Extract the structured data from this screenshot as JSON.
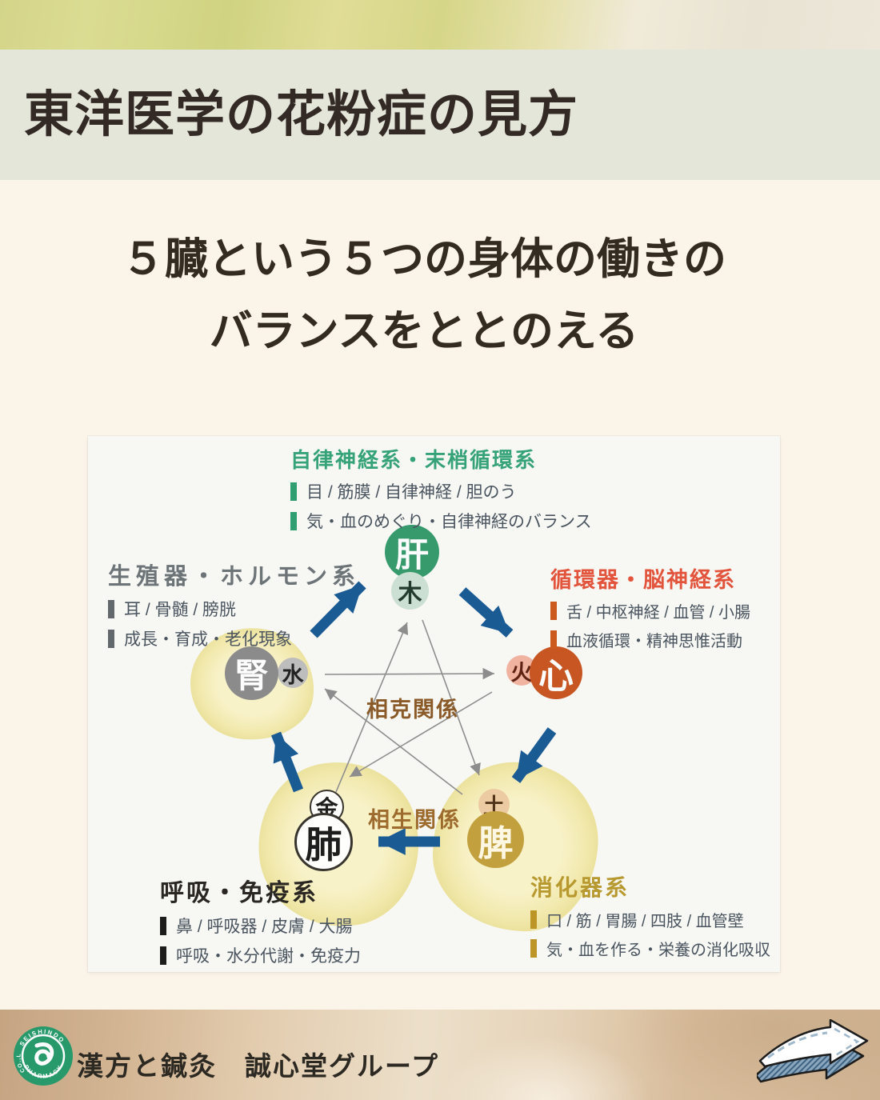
{
  "header": {
    "title": "東洋医学の花粉症の見方"
  },
  "intro": {
    "line1": "５臓という５つの身体の働きの",
    "line2": "バランスをととのえる"
  },
  "diagram": {
    "relation_control": "相克関係",
    "relation_generate": "相生関係",
    "organs": {
      "liver": {
        "name": "肝",
        "element": "木"
      },
      "heart": {
        "name": "心",
        "element": "火"
      },
      "spleen": {
        "name": "脾",
        "element": "土"
      },
      "lung": {
        "name": "肺",
        "element": "金"
      },
      "kidney": {
        "name": "腎",
        "element": "水"
      }
    },
    "sections": {
      "liver": {
        "title": "自律神経系・末梢循環系",
        "item1": "目 / 筋膜 / 自律神経 / 胆のう",
        "item2": "気・血のめぐり・自律神経のバランス"
      },
      "kidney": {
        "title": "生殖器・ホルモン系",
        "item1": "耳 / 骨髄 / 膀胱",
        "item2": "成長・育成・老化現象"
      },
      "heart": {
        "title": "循環器・脳神経系",
        "item1": "舌 / 中枢神経 / 血管 / 小腸",
        "item2": "血液循環・精神思惟活動"
      },
      "lung": {
        "title": "呼吸・免疫系",
        "item1": "鼻 / 呼吸器 / 皮膚 / 大腸",
        "item2": "呼吸・水分代謝・免疫力"
      },
      "spleen": {
        "title": "消化器系",
        "item1": "口 / 筋 / 胃腸 / 四肢 / 血管壁",
        "item2": "気・血を作る・栄養の消化吸収"
      }
    }
  },
  "footer": {
    "brand": "漢方と鍼灸　誠心堂グループ",
    "logo": {
      "arc_top": "SEISHINDO",
      "arc_bottom": "PHARMACY",
      "arc_left": "CO.,LTD."
    }
  },
  "colors": {
    "green": "#35a277",
    "red": "#e2543c",
    "gold": "#b7992f",
    "gray": "#6d7478",
    "dark": "#2a2722",
    "blue_arrow": "#1b5b94",
    "brown_label": "#8a5a28",
    "band_bg": "#e5e6da",
    "page_bg": "#fbf4e9"
  }
}
